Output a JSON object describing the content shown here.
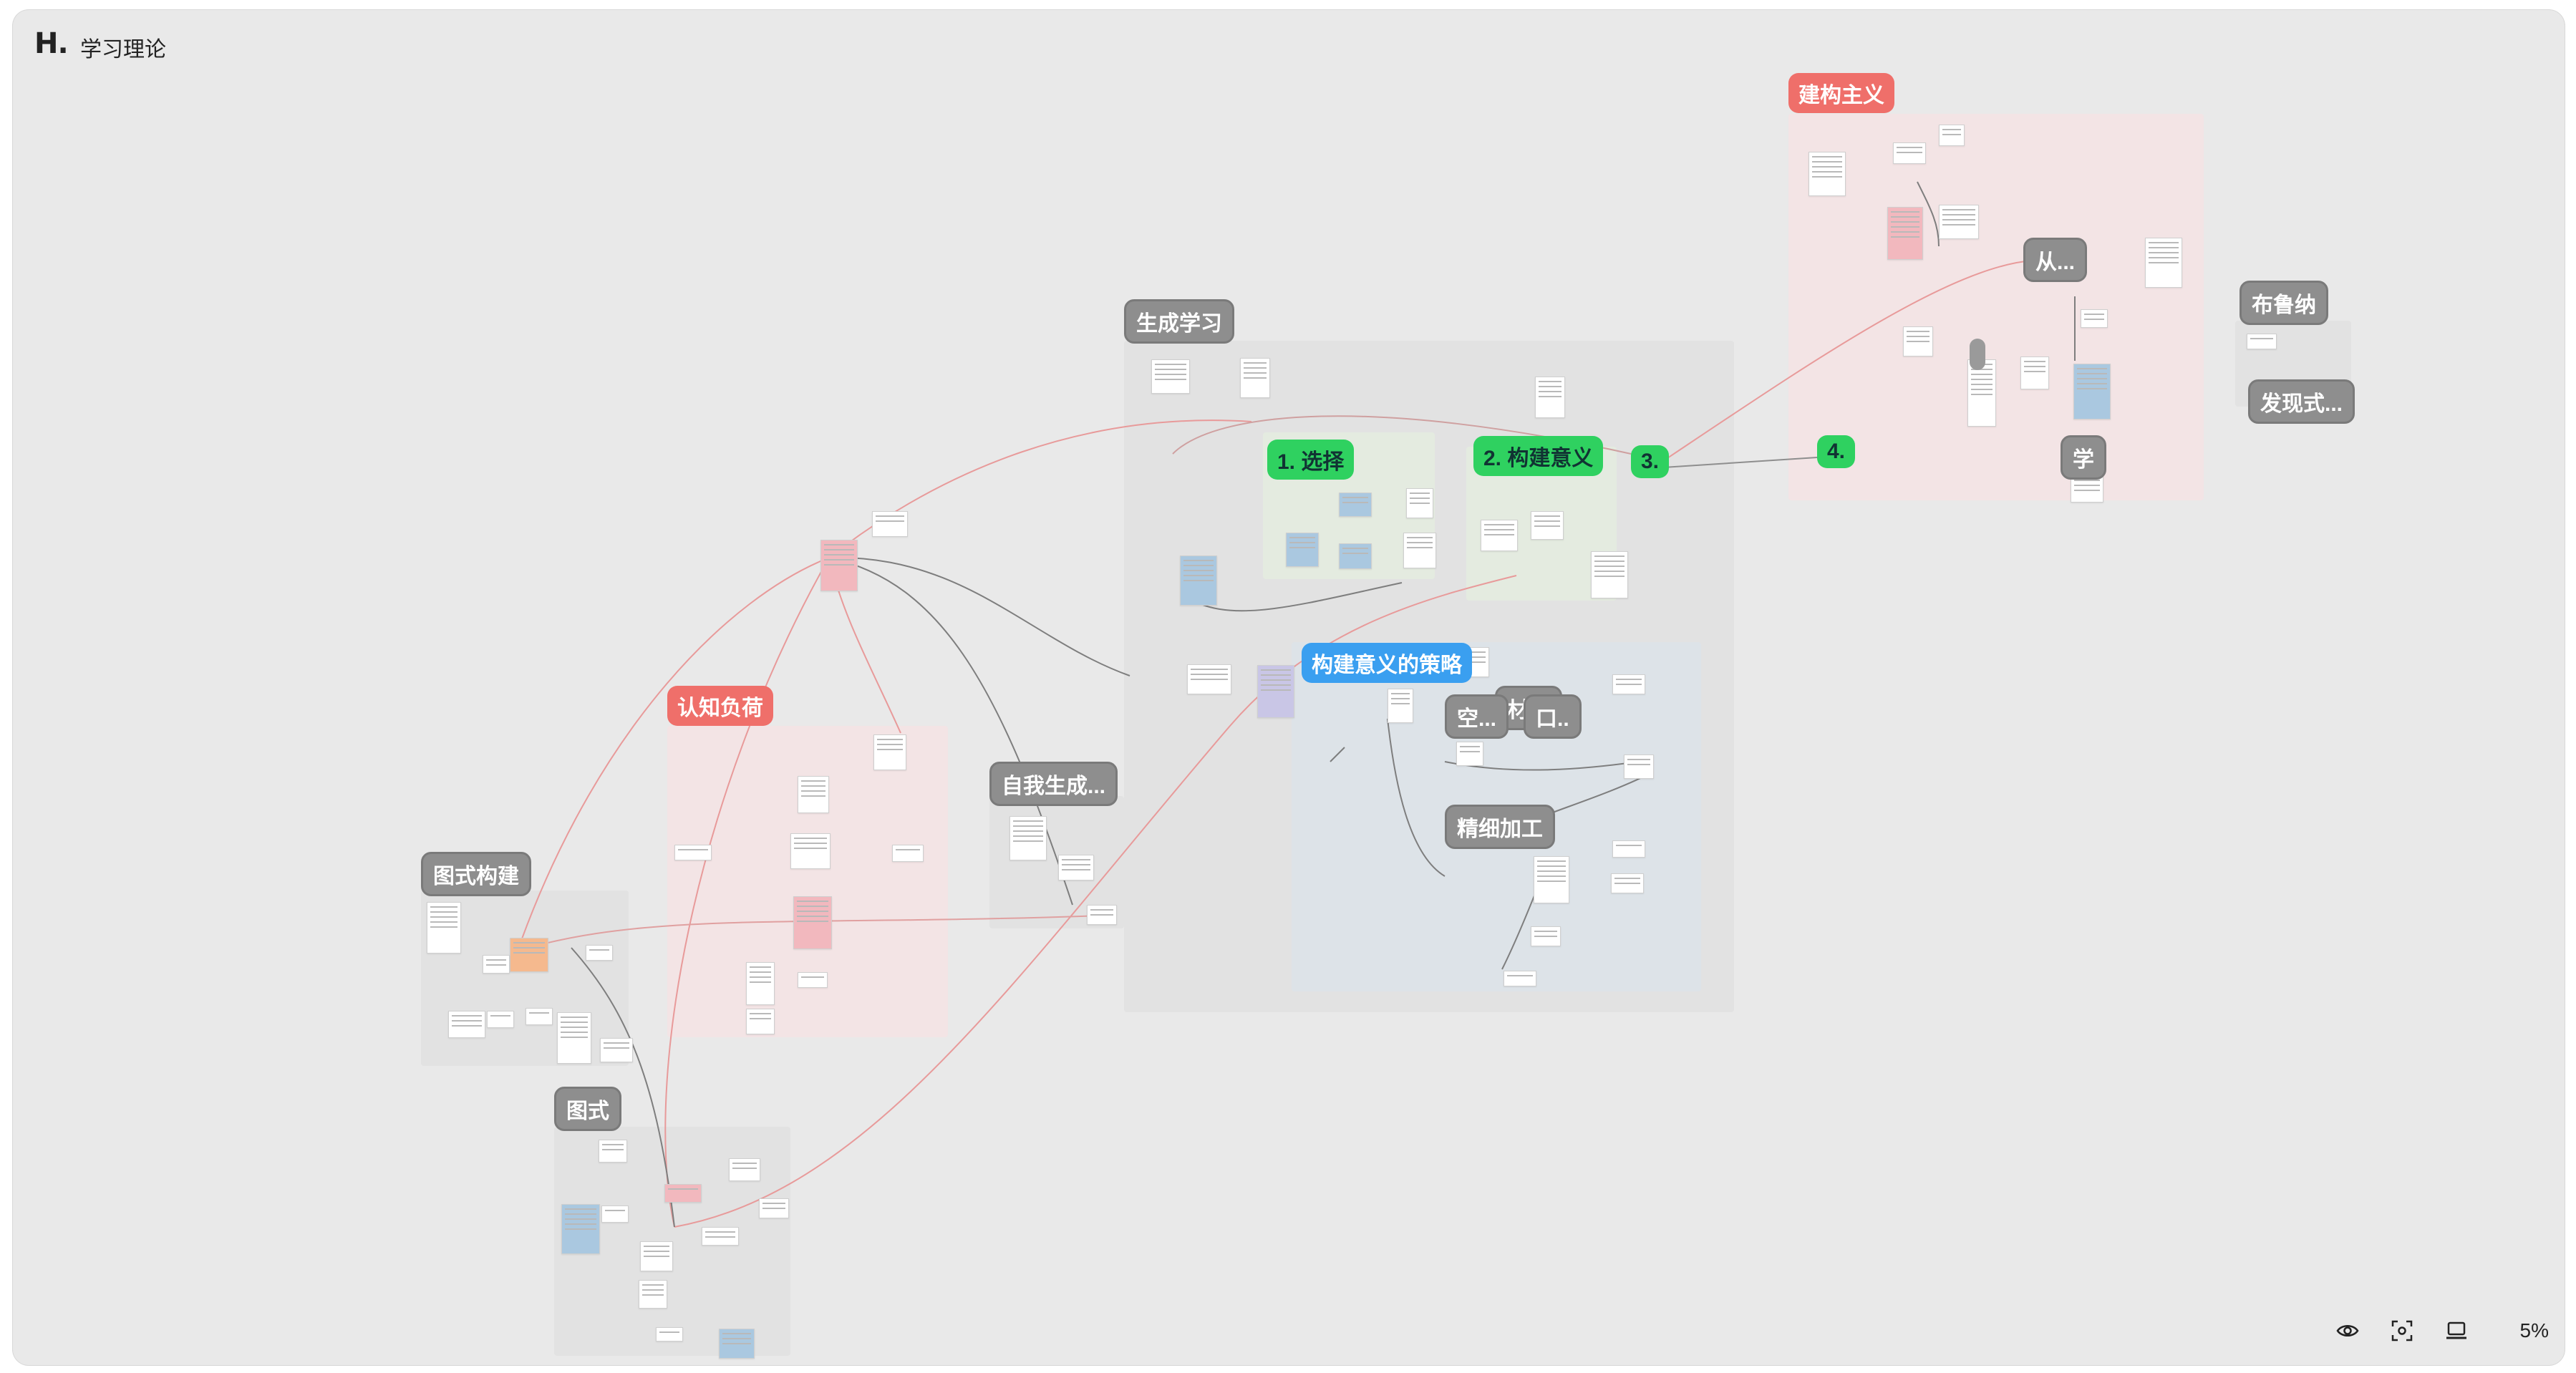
{
  "app": {
    "logo": "H.",
    "title": "学习理论"
  },
  "labels": {
    "constructivism": "建构主义",
    "bruner": "布鲁纳",
    "discovery": "发现式...",
    "generative": "生成学习",
    "select": "1. 选择",
    "build": "2. 构建意义",
    "step3": "3.",
    "step4": "4.",
    "from": "从...",
    "learn": "学",
    "strategy": "构建意义的策略",
    "space": "空...",
    "material": "材料",
    "mouth": "口..",
    "elaborate": "精细加工",
    "cognitive_load": "认知负荷",
    "self_gen": "自我生成...",
    "schema_build": "图式构建",
    "schema": "图式"
  },
  "toolbar": {
    "preview_icon": "eye-icon",
    "focus_icon": "focus-frame-icon",
    "present_icon": "presentation-icon",
    "zoom": "5%"
  },
  "colors": {
    "red_label": "#ef6f6a",
    "green_label": "#2fd160",
    "blue_label": "#3a9ff0",
    "gray_label": "#8e8e8e",
    "pink_region": "#f3e4e5",
    "gray_region": "#e2e2e2",
    "blue_region": "#dde3e8",
    "green_region": "#e4ebe0"
  }
}
